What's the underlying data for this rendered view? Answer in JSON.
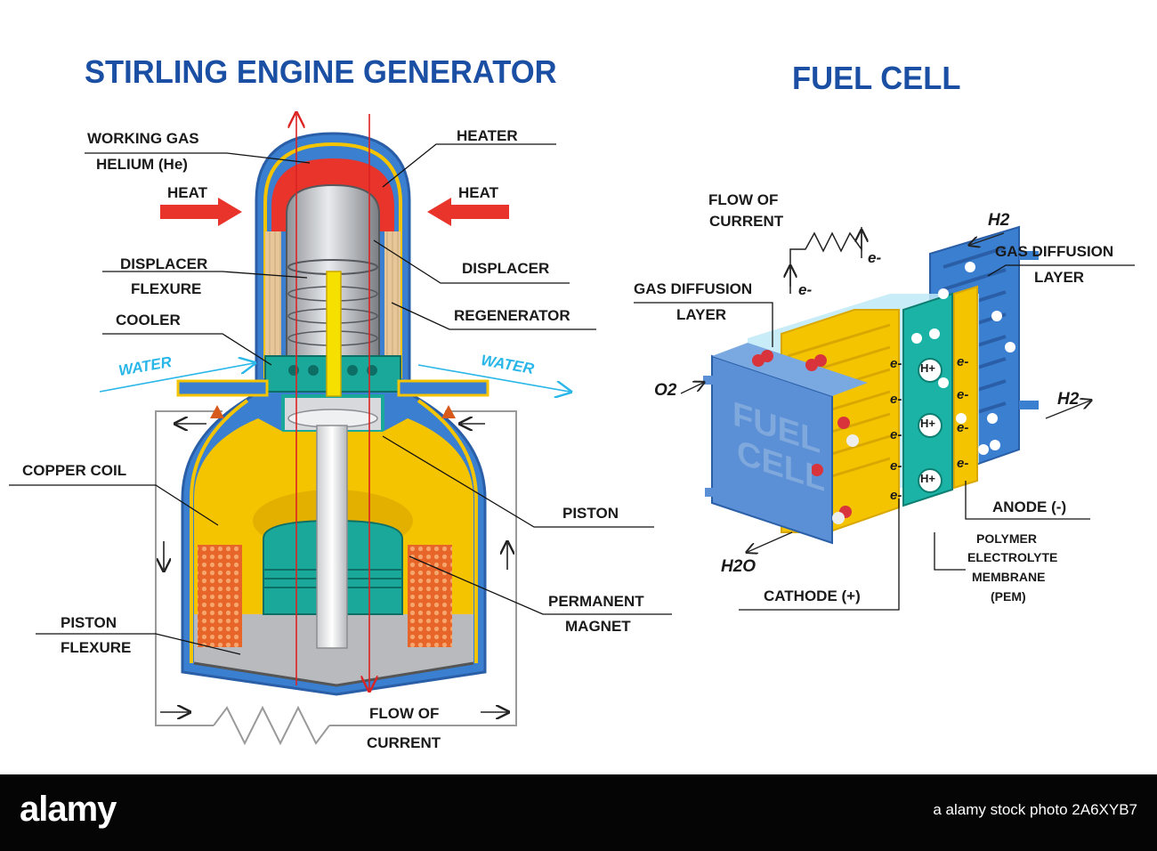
{
  "stirling": {
    "title": "STIRLING ENGINE GENERATOR",
    "labels": {
      "working_gas": "WORKING GAS",
      "helium": "HELIUM (He)",
      "heater": "HEATER",
      "heat_left": "HEAT",
      "heat_right": "HEAT",
      "displacer_flexure_1": "DISPLACER",
      "displacer_flexure_2": "FLEXURE",
      "displacer": "DISPLACER",
      "cooler": "COOLER",
      "regenerator": "REGENERATOR",
      "water_in": "WATER",
      "water_out": "WATER",
      "copper_coil": "COPPER COIL",
      "piston": "PISTON",
      "permanent_magnet_1": "PERMANENT",
      "permanent_magnet_2": "MAGNET",
      "piston_flexure_1": "PISTON",
      "piston_flexure_2": "FLEXURE",
      "flow_of_current_1": "FLOW OF",
      "flow_of_current_2": "CURRENT"
    }
  },
  "fuelcell": {
    "title": "FUEL CELL",
    "labels": {
      "flow_of_current_1": "FLOW OF",
      "flow_of_current_2": "CURRENT",
      "gas_diffusion_left_1": "GAS DIFFUSION",
      "gas_diffusion_left_2": "LAYER",
      "gas_diffusion_right_1": "GAS DIFFUSION",
      "gas_diffusion_right_2": "LAYER",
      "h2_in": "H2",
      "h2_out": "H2",
      "o2": "O2",
      "h2o": "H2O",
      "electron": "e-",
      "proton": "H+",
      "fuel_1": "FUEL",
      "fuel_2": "CELL",
      "anode": "ANODE (-)",
      "cathode": "CATHODE (+)",
      "pem_1": "POLYMER",
      "pem_2": "ELECTROLYTE",
      "pem_3": "MEMBRANE",
      "pem_4": "(PEM)"
    }
  },
  "footer": {
    "brand": "alamy",
    "image_id": "a alamy stock photo  2A6XYB7"
  },
  "colors": {
    "title_blue": "#1a4fa3",
    "shell_blue": "#3a7fd0",
    "heat_red": "#e8342b",
    "coil_orange": "#e8652a",
    "magnet_teal": "#1aa89a",
    "yellow": "#f5c400",
    "water_cyan": "#29b6e8"
  }
}
